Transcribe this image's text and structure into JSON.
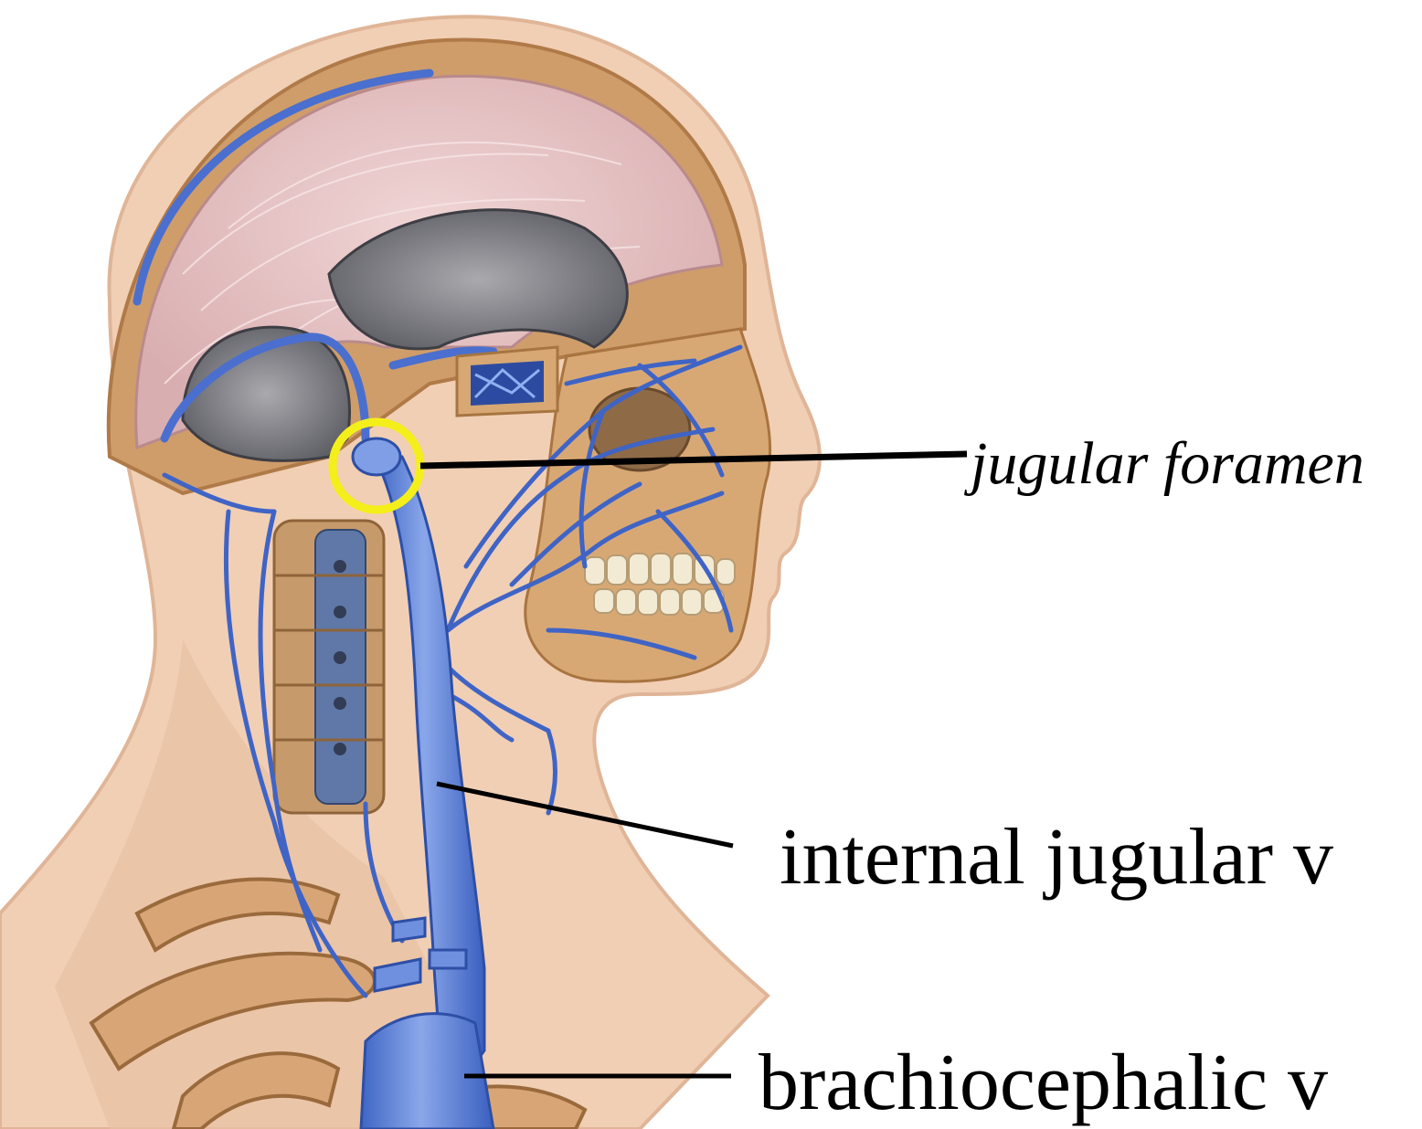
{
  "figure": {
    "subject": "lateral cut-away view of head and neck showing the venous drainage",
    "colors": {
      "background": "#ffffff",
      "skin": "#f1cfb4",
      "skin_shadow": "#e4b596",
      "brain": "#e7c6c6",
      "bone": "#d6a56f",
      "vein": "#4a72cf",
      "vein_light": "#7f9ee6",
      "highlight_ring": "#f4ef1a",
      "leader_line": "#000000",
      "label_text": "#000000"
    }
  },
  "labels": {
    "jugular_foramen": "jugular foramen",
    "internal_jugular": "internal jugular v",
    "brachiocephalic": "brachiocephalic v"
  }
}
